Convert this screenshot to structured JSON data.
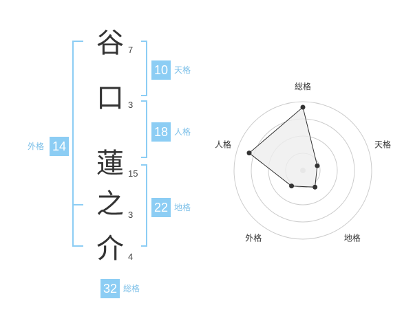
{
  "name_chars": [
    {
      "char": "谷",
      "strokes": "7"
    },
    {
      "char": "口",
      "strokes": "3"
    },
    {
      "char": "蓮",
      "strokes": "15"
    },
    {
      "char": "之",
      "strokes": "3"
    },
    {
      "char": "介",
      "strokes": "4"
    }
  ],
  "fortunes": {
    "tenkaku": {
      "value": "10",
      "label": "天格"
    },
    "jinkaku": {
      "value": "18",
      "label": "人格"
    },
    "chikaku": {
      "value": "22",
      "label": "地格"
    },
    "gaikaku": {
      "value": "14",
      "label": "外格"
    },
    "soukaku": {
      "value": "32",
      "label": "総格"
    }
  },
  "colors": {
    "accent": "#8ccdf4",
    "bracket": "#8ccdf4",
    "grid": "#cccccc",
    "polygon_fill": "#eeeeee",
    "line": "#333333"
  },
  "chart_data": {
    "type": "radar",
    "axes": [
      "総格",
      "天格",
      "地格",
      "外格",
      "人格"
    ],
    "values": [
      0.92,
      0.22,
      0.3,
      0.28,
      0.82
    ],
    "rings": 4
  }
}
